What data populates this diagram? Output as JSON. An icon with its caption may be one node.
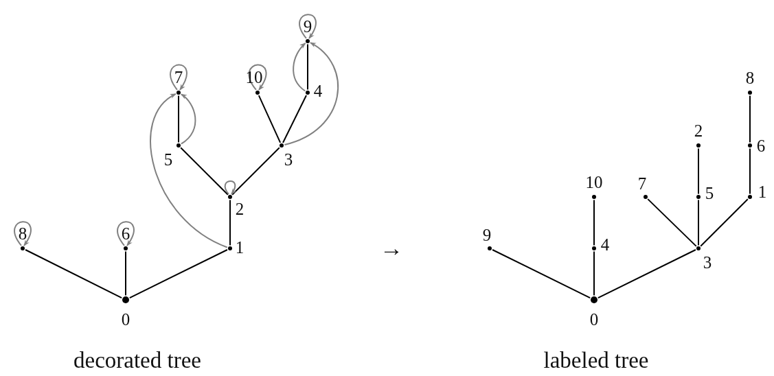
{
  "diagram": {
    "nodes": [
      {
        "text": [
          "0"
        ]
      },
      {
        "text": [
          "1"
        ]
      },
      {
        "text": [
          "2"
        ]
      },
      {
        "text": [
          "3"
        ]
      },
      {
        "text": [
          "4"
        ]
      },
      {
        "text": [
          "5"
        ]
      },
      {
        "text": [
          "6"
        ]
      },
      {
        "text": [
          "7"
        ]
      },
      {
        "text": [
          "8"
        ]
      },
      {
        "text": [
          "9"
        ]
      },
      {
        "text": [
          "10"
        ]
      },
      {
        "text": [
          "0"
        ]
      },
      {
        "text": [
          "1"
        ]
      },
      {
        "text": [
          "2"
        ]
      },
      {
        "text": [
          "3"
        ]
      },
      {
        "text": [
          "4"
        ]
      },
      {
        "text": [
          "5"
        ]
      },
      {
        "text": [
          "6"
        ]
      },
      {
        "text": [
          "7"
        ]
      },
      {
        "text": [
          "8"
        ]
      },
      {
        "text": [
          "9"
        ]
      },
      {
        "text": [
          "10"
        ]
      }
    ],
    "edges": [
      {
        "from": 0,
        "to": 8,
        "arrow": "none"
      },
      {
        "from": 0,
        "to": 6,
        "arrow": "none"
      },
      {
        "from": 0,
        "to": 1,
        "arrow": "none"
      },
      {
        "from": 1,
        "to": 2,
        "arrow": "none"
      },
      {
        "from": 2,
        "to": 5,
        "arrow": "none"
      },
      {
        "from": 2,
        "to": 3,
        "arrow": "none"
      },
      {
        "from": 5,
        "to": 7,
        "arrow": "none"
      },
      {
        "from": 3,
        "to": 10,
        "arrow": "none"
      },
      {
        "from": 3,
        "to": 4,
        "arrow": "none"
      },
      {
        "from": 4,
        "to": 9,
        "arrow": "none"
      },
      {
        "from": 8,
        "to": 8,
        "arrow": "to",
        "color": "#808080"
      },
      {
        "from": 6,
        "to": 6,
        "arrow": "to",
        "color": "#808080"
      },
      {
        "from": 2,
        "to": 2,
        "arrow": "to",
        "color": "#808080"
      },
      {
        "from": 7,
        "to": 7,
        "arrow": "to",
        "color": "#808080"
      },
      {
        "from": 10,
        "to": 10,
        "arrow": "to",
        "color": "#808080"
      },
      {
        "from": 9,
        "to": 9,
        "arrow": "to",
        "color": "#808080"
      },
      {
        "from": 5,
        "to": 7,
        "arrow": "to",
        "color": "#808080"
      },
      {
        "from": 1,
        "to": 7,
        "arrow": "to",
        "color": "#808080"
      },
      {
        "from": 4,
        "to": 9,
        "arrow": "to",
        "color": "#808080"
      },
      {
        "from": 3,
        "to": 9,
        "arrow": "to",
        "color": "#808080"
      },
      {
        "from": 11,
        "to": 20,
        "arrow": "none"
      },
      {
        "from": 11,
        "to": 15,
        "arrow": "none"
      },
      {
        "from": 15,
        "to": 21,
        "arrow": "none"
      },
      {
        "from": 11,
        "to": 14,
        "arrow": "none"
      },
      {
        "from": 14,
        "to": 18,
        "arrow": "none"
      },
      {
        "from": 14,
        "to": 16,
        "arrow": "none"
      },
      {
        "from": 16,
        "to": 13,
        "arrow": "none"
      },
      {
        "from": 14,
        "to": 12,
        "arrow": "none"
      },
      {
        "from": 12,
        "to": 17,
        "arrow": "none"
      },
      {
        "from": 17,
        "to": 19,
        "arrow": "none"
      }
    ],
    "labels": [
      "→",
      "decorated tree",
      "labeled tree"
    ]
  }
}
